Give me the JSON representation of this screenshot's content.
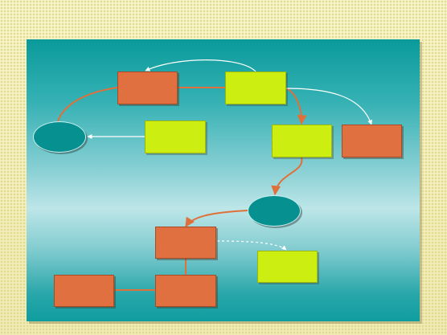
{
  "colors": {
    "background": "#f3efb8",
    "slide_top": "#0a9a9a",
    "slide_mid": "#bde6e8",
    "box_orange": "#e07040",
    "box_lime": "#ccee11",
    "oval_teal": "#06908f",
    "connector_orange": "#e0703a",
    "connector_white": "#ffffff"
  },
  "diagram": {
    "nodes": [
      {
        "id": "box-orange-top",
        "shape": "rectangle",
        "color": "orange",
        "label": ""
      },
      {
        "id": "box-lime-top",
        "shape": "rectangle",
        "color": "lime",
        "label": ""
      },
      {
        "id": "oval-left",
        "shape": "ellipse",
        "color": "teal",
        "label": ""
      },
      {
        "id": "box-lime-left",
        "shape": "rectangle",
        "color": "lime",
        "label": ""
      },
      {
        "id": "box-lime-right",
        "shape": "rectangle",
        "color": "lime",
        "label": ""
      },
      {
        "id": "box-orange-right",
        "shape": "rectangle",
        "color": "orange",
        "label": ""
      },
      {
        "id": "oval-center",
        "shape": "ellipse",
        "color": "teal",
        "label": ""
      },
      {
        "id": "box-orange-mid",
        "shape": "rectangle",
        "color": "orange",
        "label": ""
      },
      {
        "id": "box-lime-bottom",
        "shape": "rectangle",
        "color": "lime",
        "label": ""
      },
      {
        "id": "box-orange-bottom-left",
        "shape": "rectangle",
        "color": "orange",
        "label": ""
      },
      {
        "id": "box-orange-bottom",
        "shape": "rectangle",
        "color": "orange",
        "label": ""
      }
    ],
    "edges": [
      {
        "from": "box-lime-top",
        "to": "box-orange-top",
        "style": "white-arrow"
      },
      {
        "from": "box-orange-top",
        "to": "box-lime-top",
        "style": "orange-line"
      },
      {
        "from": "box-orange-top",
        "to": "oval-left",
        "style": "orange-line"
      },
      {
        "from": "box-lime-left",
        "to": "oval-left",
        "style": "white-arrow"
      },
      {
        "from": "box-lime-top",
        "to": "box-lime-right",
        "style": "orange-arrow"
      },
      {
        "from": "box-lime-top",
        "to": "box-orange-right",
        "style": "white-arrow"
      },
      {
        "from": "box-lime-right",
        "to": "oval-center",
        "style": "orange-arrow"
      },
      {
        "from": "oval-center",
        "to": "box-orange-mid",
        "style": "orange-arrow"
      },
      {
        "from": "box-orange-mid",
        "to": "box-lime-bottom",
        "style": "white-dashed-arrow"
      },
      {
        "from": "box-orange-mid",
        "to": "box-orange-bottom",
        "style": "orange-line"
      },
      {
        "from": "box-orange-bottom",
        "to": "box-orange-bottom-left",
        "style": "orange-line"
      }
    ]
  }
}
